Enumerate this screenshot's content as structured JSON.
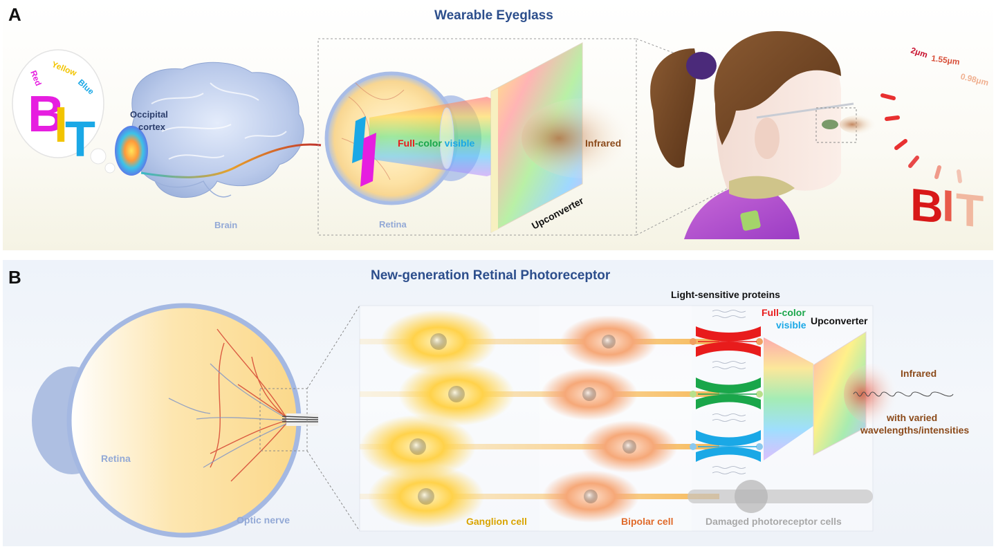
{
  "panel_a": {
    "letter": "A",
    "title": "Wearable Eyeglass",
    "thought_letters": [
      "B",
      "I",
      "T"
    ],
    "color_words": [
      "Red",
      "Yellow",
      "Blue"
    ],
    "occipital": "Occipital",
    "cortex": "cortex",
    "brain": "Brain",
    "retina": "Retina",
    "full": "Full",
    "color": "-color",
    "visible": "visible",
    "infrared": "Infrared",
    "upconverter": "Upconverter",
    "wavelengths": [
      "2μm",
      "1.55μm",
      "0.98μm"
    ],
    "bit_letters": [
      "B",
      "I",
      "T"
    ]
  },
  "panel_b": {
    "letter": "B",
    "title": "New-generation Retinal Photoreceptor",
    "retina": "Retina",
    "optic_nerve": "Optic nerve",
    "light_sensitive": "Light-sensitive proteins",
    "full": "Full",
    "color": "-color",
    "visible": "visible",
    "upconverter": "Upconverter",
    "infrared": "Infrared",
    "with_varied": "with varied",
    "wavelengths_intensities": "wavelengths/intensities",
    "ganglion": "Ganglion cell",
    "bipolar": "Bipolar cell",
    "damaged": "Damaged photoreceptor cells"
  },
  "colors": {
    "title_blue": "#2c4e8c",
    "red": "#e81c1c",
    "green": "#1aa64a",
    "blue": "#1aa8e6",
    "yellow": "#f2c400",
    "magenta": "#e61ee0",
    "brown": "#8b4a1a",
    "ganglion": "#d9a400",
    "bipolar": "#e06a2a",
    "damaged": "#a8a8a8"
  }
}
